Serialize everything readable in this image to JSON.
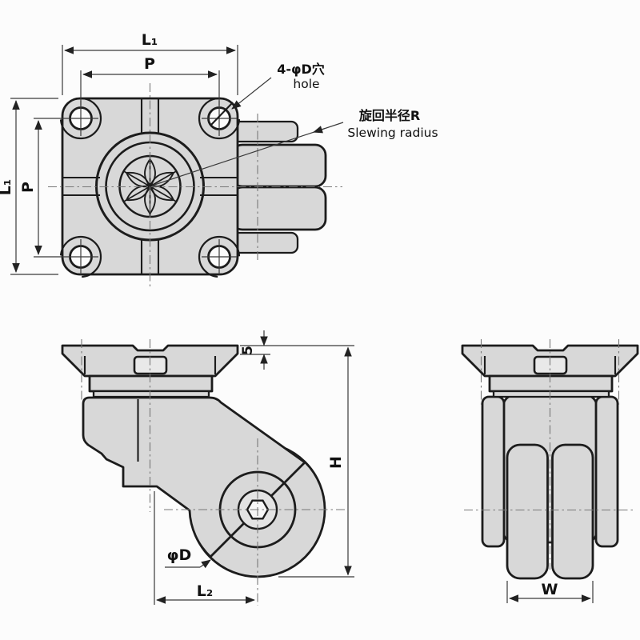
{
  "drawing": {
    "type": "engineering-drawing-caster-wheel-3-views",
    "colors": {
      "background": "#fcfcfc",
      "line": "#1c1c1c",
      "part_fill": "#d8d8d8",
      "dimension_line": "#3a3a3a",
      "centerline": "#787878"
    },
    "labels": {
      "top_width": "L₁",
      "top_bolt_pitch": "P",
      "left_height": "L₁",
      "left_bolt_pitch": "P",
      "plate_thickness": "5",
      "overall_height": "H",
      "wheel_diameter": "φD",
      "offset_length": "L₂",
      "wheel_width": "W"
    },
    "annotations": {
      "hole_note_cn": "4-φD穴",
      "hole_note_en": "hole",
      "slewing_note_cn": "旋回半径R",
      "slewing_note_en": "Slewing radius"
    }
  }
}
